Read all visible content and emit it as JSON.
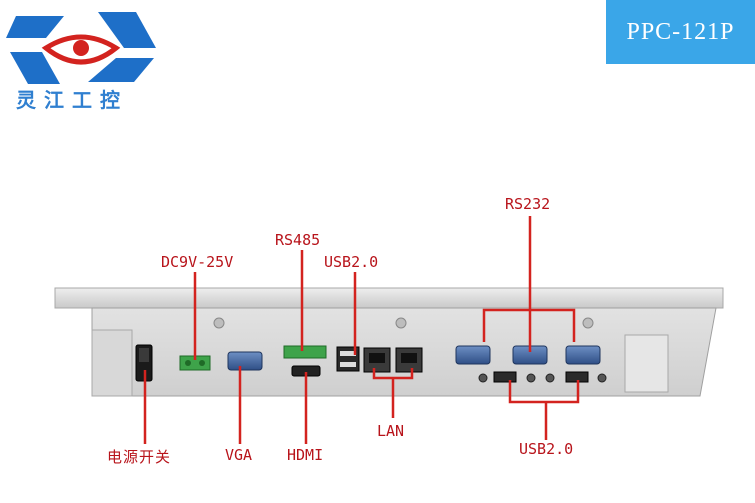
{
  "brand": {
    "logo_icon": "eye-logo",
    "name": "灵江工控",
    "color": "#2f7fd0"
  },
  "model": {
    "label": "PPC-121P",
    "bg_color": "#3aa6e8"
  },
  "ports": {
    "color": "#b8141b",
    "power_switch": "电源开关",
    "dc_power": "DC9V-25V",
    "vga": "VGA",
    "rs485": "RS485",
    "hdmi": "HDMI",
    "usb_top": "USB2.0",
    "lan": "LAN",
    "rs232": "RS232",
    "usb_bottom": "USB2.0"
  }
}
